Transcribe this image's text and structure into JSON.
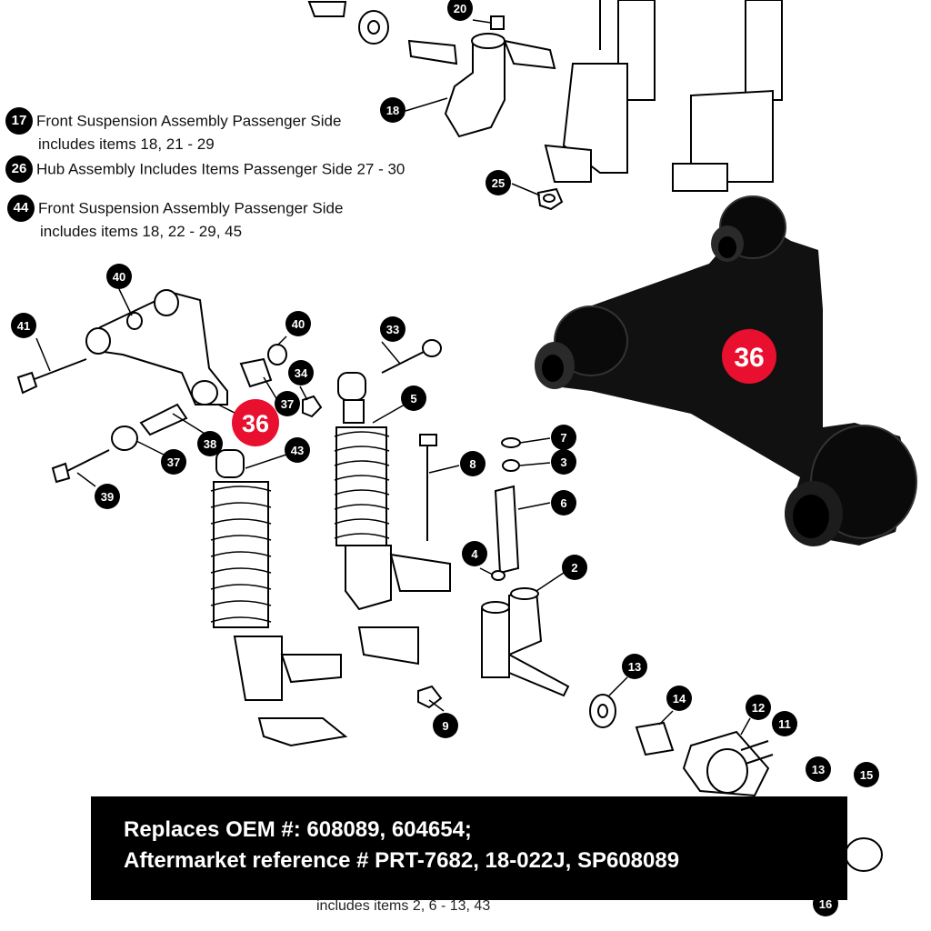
{
  "legend": [
    {
      "num": "17",
      "line1": "Front Suspension Assembly Passenger Side",
      "line2": "includes items 18, 21 - 29"
    },
    {
      "num": "26",
      "line1": "Hub Assembly Includes Items Passenger Side 27 - 30",
      "line2": ""
    },
    {
      "num": "44",
      "line1": "Front Suspension Assembly Passenger Side",
      "line2": "includes items 18, 22 - 29, 45"
    }
  ],
  "callouts": {
    "c20": "20",
    "c18": "18",
    "c25": "25",
    "c40a": "40",
    "c40b": "40",
    "c41": "41",
    "c33": "33",
    "c34": "34",
    "c36": "36",
    "c37a": "37",
    "c37b": "37",
    "c38": "38",
    "c39": "39",
    "c5": "5",
    "c43": "43",
    "c7": "7",
    "c8": "8",
    "c3": "3",
    "c6": "6",
    "c4": "4",
    "c2": "2",
    "c9": "9",
    "c13a": "13",
    "c14": "14",
    "c12": "12",
    "c11": "11",
    "c13b": "13",
    "c15": "15",
    "c16": "16",
    "big36": "36"
  },
  "banner": {
    "line1": "Replaces OEM #: 608089, 604654;",
    "line2": "Aftermarket reference # PRT-7682, 18-022J, SP608089"
  },
  "below_banner": "includes items 2, 6 - 13, 43",
  "colors": {
    "callout": "#000000",
    "highlight": "#e8102e",
    "banner": "#000000"
  }
}
